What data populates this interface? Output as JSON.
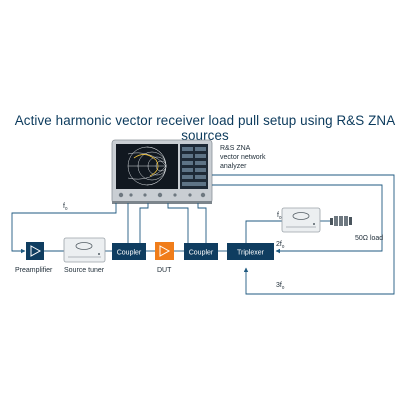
{
  "title": "Active harmonic vector receiver load pull setup using R&S ZNA sources",
  "analyzer": {
    "label_line1": "R&S ZNA",
    "label_line2": "vector network",
    "label_line3": "analyzer"
  },
  "blocks": {
    "preamplifier": "Preamplifier",
    "source_tuner": "Source tuner",
    "coupler1": "Coupler",
    "dut": "DUT",
    "coupler2": "Coupler",
    "triplexer": "Triplexer",
    "load": "50Ω load"
  },
  "signals": {
    "f0_left": {
      "main": "f",
      "sub": "0"
    },
    "f0_load": {
      "main": "f",
      "sub": "0"
    },
    "two_f0": {
      "main": "2f",
      "sub": "0"
    },
    "three_f0": {
      "main": "3f",
      "sub": "0"
    }
  },
  "colors": {
    "title": "#0b3a5c",
    "block_dark": "#0f3d60",
    "dut_orange": "#f07d1a",
    "line": "#1f5a80"
  }
}
